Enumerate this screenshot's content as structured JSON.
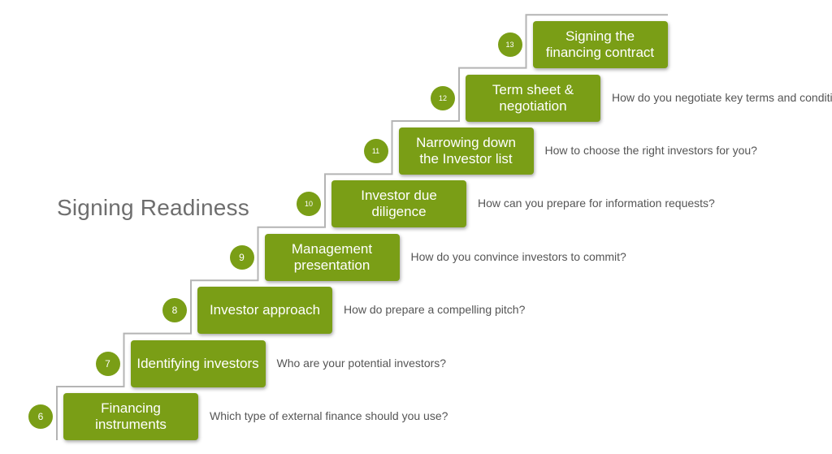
{
  "title": "Signing Readiness",
  "colors": {
    "accent": "#7a9e16",
    "stair_line": "#b4b4b4",
    "text": "#555555"
  },
  "steps": [
    {
      "number": "6",
      "label": "Financing\ninstruments",
      "question": "Which type of external finance should you use?"
    },
    {
      "number": "7",
      "label": "Identifying investors",
      "question": "Who are your potential investors?"
    },
    {
      "number": "8",
      "label": "Investor approach",
      "question": "How do prepare a compelling pitch?"
    },
    {
      "number": "9",
      "label": "Management\npresentation",
      "question": "How do you convince investors to commit?"
    },
    {
      "number": "10",
      "label": "Investor due\ndiligence",
      "question": "How can you prepare for information requests?"
    },
    {
      "number": "11",
      "label": "Narrowing down\nthe Investor list",
      "question": "How to choose the right investors for you?"
    },
    {
      "number": "12",
      "label": "Term sheet &\nnegotiation",
      "question": "How do you negotiate key terms and conditions?"
    },
    {
      "number": "13",
      "label": "Signing the\nfinancing contract",
      "question": ""
    }
  ]
}
